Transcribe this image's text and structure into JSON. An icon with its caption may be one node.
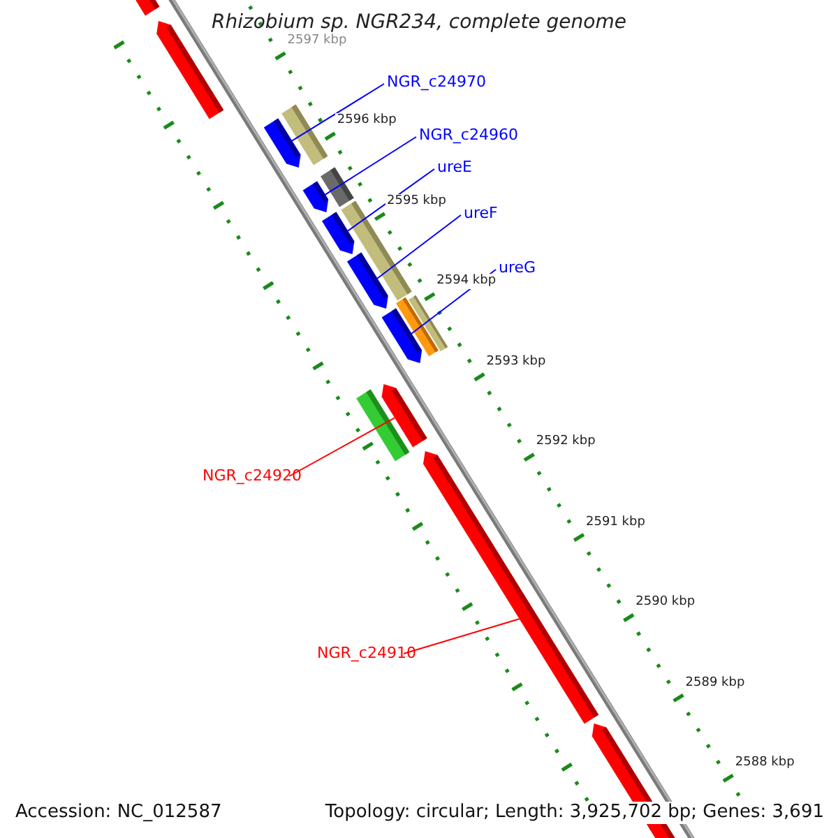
{
  "diagram": {
    "title": "Rhizobium sp. NGR234, complete genome",
    "nodes": [
      {
        "text": [
          "NGR_c24970"
        ]
      },
      {
        "text": [],
        "shape": "arrow"
      },
      {
        "text": [
          "NGR_c24960"
        ]
      },
      {
        "text": [],
        "shape": "arrow"
      },
      {
        "text": [
          "ureE"
        ]
      },
      {
        "text": [],
        "shape": "arrow"
      },
      {
        "text": [
          "ureF"
        ]
      },
      {
        "text": [],
        "shape": "arrow"
      },
      {
        "text": [
          "ureG"
        ]
      },
      {
        "text": [],
        "shape": "arrow"
      },
      {
        "text": [
          "NGR_c24920"
        ]
      },
      {
        "text": [],
        "shape": "arrow"
      },
      {
        "text": [
          "NGR_c24910"
        ]
      },
      {
        "text": [],
        "shape": "arrow"
      }
    ],
    "edges": [
      {
        "from": 0,
        "to": 1,
        "arrow": "none",
        "color": "#0000ff"
      },
      {
        "from": 2,
        "to": 3,
        "arrow": "none",
        "color": "#0000ff"
      },
      {
        "from": 4,
        "to": 5,
        "arrow": "none",
        "color": "#0000ff"
      },
      {
        "from": 6,
        "to": 7,
        "arrow": "none",
        "color": "#0000ff"
      },
      {
        "from": 8,
        "to": 9,
        "arrow": "none",
        "color": "#0000ff"
      },
      {
        "from": 10,
        "to": 11,
        "arrow": "none",
        "color": "#ff0000"
      },
      {
        "from": 12,
        "to": 13,
        "arrow": "none",
        "color": "#ff0000"
      }
    ],
    "labels": [
      "2597 kbp",
      "2596 kbp",
      "2595 kbp",
      "2594 kbp",
      "2593 kbp",
      "2592 kbp",
      "2591 kbp",
      "2590 kbp",
      "2589 kbp",
      "2588 kbp",
      "Accession: NC_012587",
      "Topology: circular; Length: 3,925,702 bp; Genes: 3,691"
    ]
  }
}
